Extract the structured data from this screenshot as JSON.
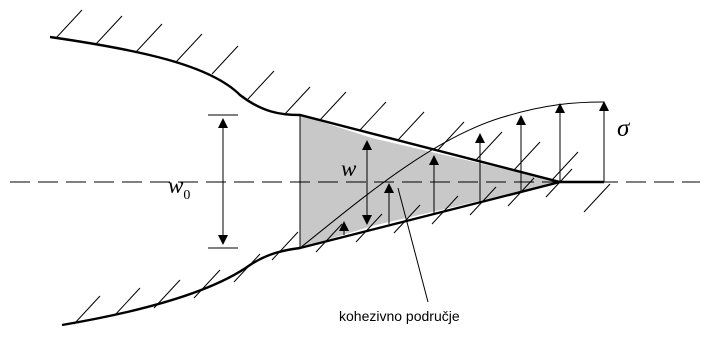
{
  "labels": {
    "w0_main": "w",
    "w0_sub": "0",
    "w": "w",
    "sigma": "σ",
    "zone": "kohezivno područje"
  },
  "colors": {
    "stroke": "#000000",
    "zone_fill": "#c8c8c8",
    "background": "#ffffff"
  }
}
